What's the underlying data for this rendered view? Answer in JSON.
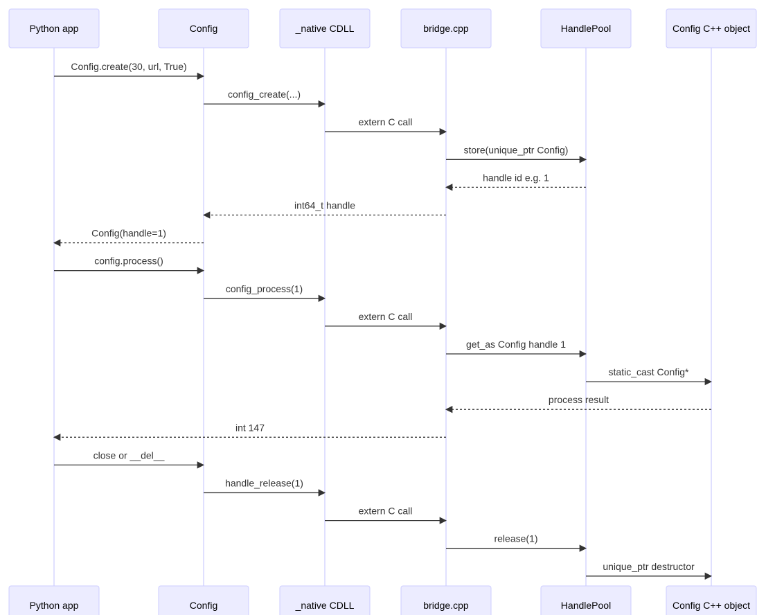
{
  "participants": [
    {
      "id": "python_app",
      "label": "Python app"
    },
    {
      "id": "config",
      "label": "Config"
    },
    {
      "id": "native_cdll",
      "label": "_native CDLL"
    },
    {
      "id": "bridge_cpp",
      "label": "bridge.cpp"
    },
    {
      "id": "handle_pool",
      "label": "HandlePool"
    },
    {
      "id": "config_cpp_object",
      "label": "Config C++ object"
    }
  ],
  "messages": [
    {
      "from": "python_app",
      "to": "config",
      "label": "Config.create(30, url, True)",
      "style": "solid"
    },
    {
      "from": "config",
      "to": "native_cdll",
      "label": "config_create(...)",
      "style": "solid"
    },
    {
      "from": "native_cdll",
      "to": "bridge_cpp",
      "label": "extern C call",
      "style": "solid"
    },
    {
      "from": "bridge_cpp",
      "to": "handle_pool",
      "label": "store(unique_ptr Config)",
      "style": "solid"
    },
    {
      "from": "handle_pool",
      "to": "bridge_cpp",
      "label": "handle id e.g. 1",
      "style": "dashed"
    },
    {
      "from": "bridge_cpp",
      "to": "config",
      "label": "int64_t handle",
      "style": "dashed"
    },
    {
      "from": "config",
      "to": "python_app",
      "label": "Config(handle=1)",
      "style": "dashed"
    },
    {
      "from": "python_app",
      "to": "config",
      "label": "config.process()",
      "style": "solid"
    },
    {
      "from": "config",
      "to": "native_cdll",
      "label": "config_process(1)",
      "style": "solid"
    },
    {
      "from": "native_cdll",
      "to": "bridge_cpp",
      "label": "extern C call",
      "style": "solid"
    },
    {
      "from": "bridge_cpp",
      "to": "handle_pool",
      "label": "get_as Config handle 1",
      "style": "solid"
    },
    {
      "from": "handle_pool",
      "to": "config_cpp_object",
      "label": "static_cast Config*",
      "style": "solid"
    },
    {
      "from": "config_cpp_object",
      "to": "bridge_cpp",
      "label": "process result",
      "style": "dashed"
    },
    {
      "from": "bridge_cpp",
      "to": "python_app",
      "label": "int 147",
      "style": "dashed"
    },
    {
      "from": "python_app",
      "to": "config",
      "label": "close or __del__",
      "style": "solid"
    },
    {
      "from": "config",
      "to": "native_cdll",
      "label": "handle_release(1)",
      "style": "solid"
    },
    {
      "from": "native_cdll",
      "to": "bridge_cpp",
      "label": "extern C call",
      "style": "solid"
    },
    {
      "from": "bridge_cpp",
      "to": "handle_pool",
      "label": "release(1)",
      "style": "solid"
    },
    {
      "from": "handle_pool",
      "to": "config_cpp_object",
      "label": "unique_ptr destructor",
      "style": "solid"
    }
  ],
  "colors": {
    "participant_fill": "#ECECFF",
    "participant_stroke": "#CCCCFF",
    "lifeline": "#CCCCFF",
    "message_line": "#333333",
    "message_text": "#333333"
  }
}
